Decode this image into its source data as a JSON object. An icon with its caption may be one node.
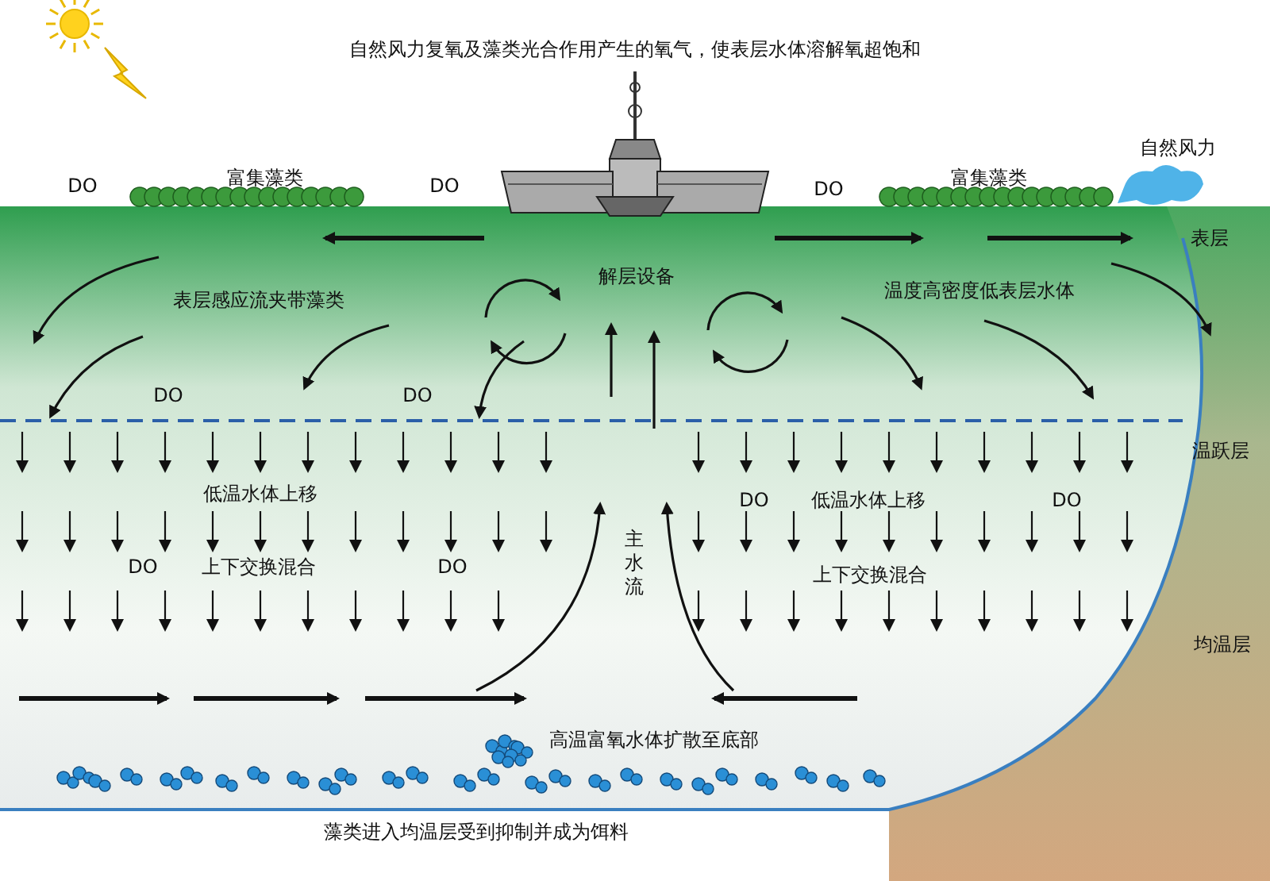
{
  "diagram": {
    "title": "自然风力复氧及藻类光合作用产生的氧气，使表层水体溶解氧超饱和",
    "labels": [
      "自然风力",
      "DO",
      "富集藻类",
      "DO",
      "DO",
      "富集藻类",
      "表层",
      "解层设备",
      "表层感应流夹带藻类",
      "温度高密度低表层水体",
      "DO",
      "DO",
      "温跃层",
      "低温水体上移",
      "DO",
      "低温水体上移",
      "DO",
      "主水流",
      "DO",
      "上下交换混合",
      "DO",
      "上下交换混合",
      "均温层",
      "高温富氧水体扩散至底部",
      "藻类进入均温层受到抑制并成为饵料"
    ]
  }
}
